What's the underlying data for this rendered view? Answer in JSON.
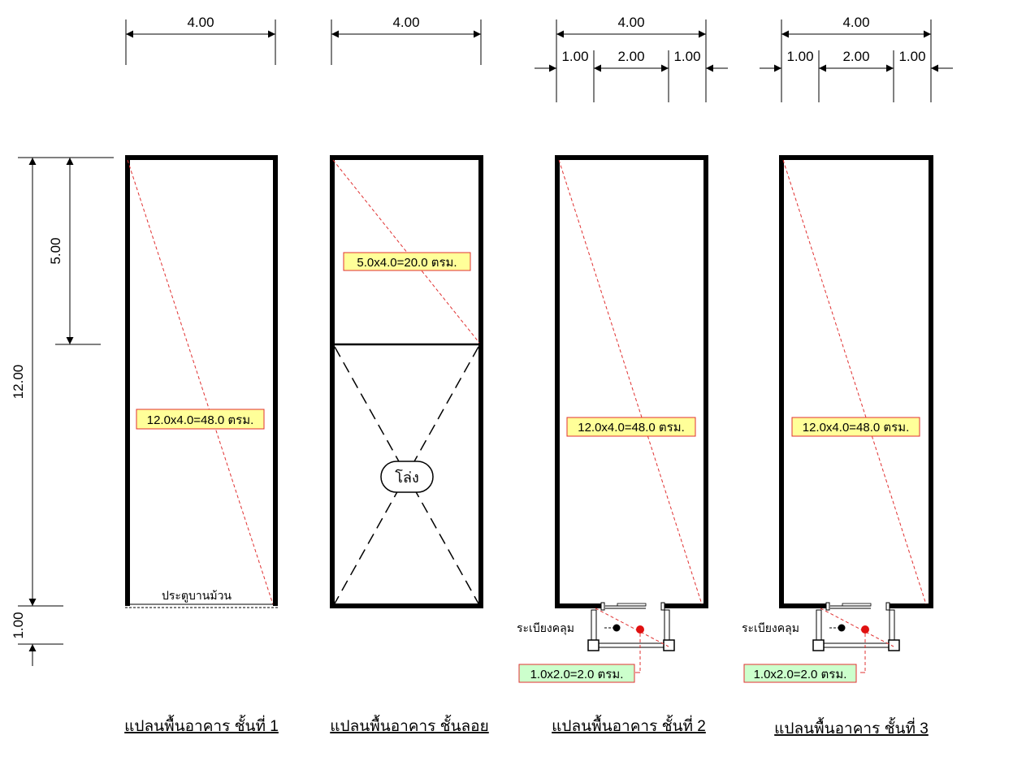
{
  "dimensions": {
    "width_top": "4.00",
    "sub_left": "1.00",
    "sub_mid": "2.00",
    "sub_right": "1.00",
    "height_total": "12.00",
    "height_mezz": "5.00",
    "height_canopy": "1.00"
  },
  "plans": [
    {
      "title": "แปลนพื้นอาคาร ชั้นที่ 1",
      "area": "12.0x4.0=48.0 ตรม.",
      "door_label": "ประตูบานม้วน"
    },
    {
      "title": "แปลนพื้นอาคาร ชั้นลอย",
      "area": "5.0x4.0=20.0 ตรม.",
      "void_label": "โล่ง"
    },
    {
      "title": "แปลนพื้นอาคาร ชั้นที่ 2",
      "area": "12.0x4.0=48.0 ตรม.",
      "balcony_label": "ระเบียงคลุม",
      "balcony_area": "1.0x2.0=2.0 ตรม."
    },
    {
      "title": "แปลนพื้นอาคาร ชั้นที่ 3",
      "area": "12.0x4.0=48.0 ตรม.",
      "balcony_label": "ระเบียงคลุม",
      "balcony_area": "1.0x2.0=2.0 ตรม."
    }
  ],
  "colors": {
    "area_label_bg": "#ffff99",
    "area_label_border": "#e03030",
    "balcony_label_bg": "#ccffcc",
    "diagonal": "#e03030",
    "marker_red": "#e01010"
  }
}
